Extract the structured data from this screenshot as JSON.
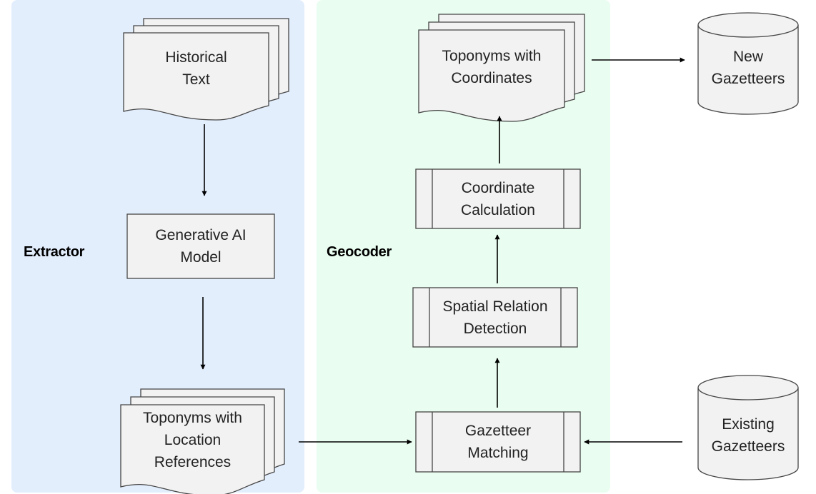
{
  "panels": {
    "extractor": {
      "label": "Extractor"
    },
    "geocoder": {
      "label": "Geocoder"
    }
  },
  "nodes": {
    "historical_text": "Historical\nText",
    "generative_ai": "Generative AI\nModel",
    "toponyms_location": "Toponyms with\nLocation\nReferences",
    "gazetteer_matching": "Gazetteer\nMatching",
    "spatial_relation": "Spatial Relation\nDetection",
    "coordinate_calc": "Coordinate\nCalculation",
    "toponyms_coords": "Toponyms with\nCoordinates",
    "new_gazetteers": "New\nGazetteers",
    "existing_gazetteers": "Existing\nGazetteers"
  },
  "colors": {
    "extractor_bg": "#e3eefd",
    "geocoder_bg": "#e9fdf0",
    "node_fill": "#f2f2f2",
    "node_stroke": "#454545"
  }
}
